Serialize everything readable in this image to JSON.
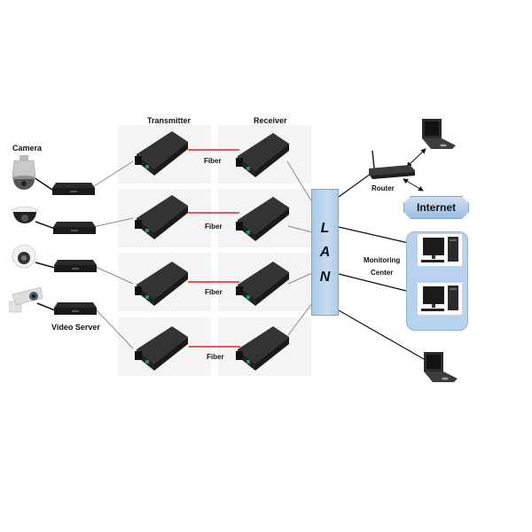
{
  "title": "Fiber media converter surveillance network",
  "labels": {
    "camera": "Camera",
    "video_server": "Video Server",
    "transmitter": "Transmitter",
    "receiver": "Receiver",
    "router": "Router",
    "internet": "Internet",
    "monitoring_center_line1": "Monitoring",
    "monitoring_center_line2": "Center"
  },
  "lan": [
    "L",
    "A",
    "N"
  ],
  "links": [
    {
      "label": "Fiber",
      "color": "#e0232a"
    },
    {
      "label": "Fiber",
      "color": "#e0232a"
    },
    {
      "label": "Fiber",
      "color": "#e0232a"
    },
    {
      "label": "Fiber",
      "color": "#e0232a"
    }
  ],
  "cameras": [
    {
      "type": "ptz-dome-camera"
    },
    {
      "type": "dome-camera"
    },
    {
      "type": "ir-dome-camera"
    },
    {
      "type": "bullet-camera"
    }
  ],
  "colors": {
    "lan_fill": "#bcd5ef",
    "fiber": "#e0232a",
    "cable_gray": "#8a8a8a",
    "cable_black": "#111111"
  }
}
